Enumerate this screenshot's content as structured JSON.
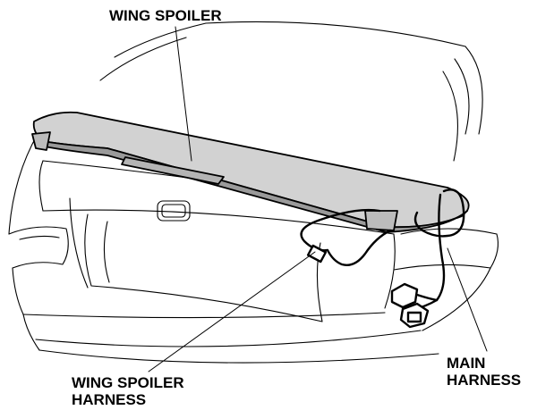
{
  "labels": {
    "wing_spoiler": "WING SPOILER",
    "wing_spoiler_harness_line1": "WING SPOILER",
    "wing_spoiler_harness_line2": "HARNESS",
    "main_harness_line1": "MAIN",
    "main_harness_line2": "HARNESS"
  },
  "colors": {
    "line": "#000000",
    "spoiler_fill": "#d2d2d2",
    "spoiler_dark": "#9a9a9a",
    "background": "#ffffff"
  }
}
